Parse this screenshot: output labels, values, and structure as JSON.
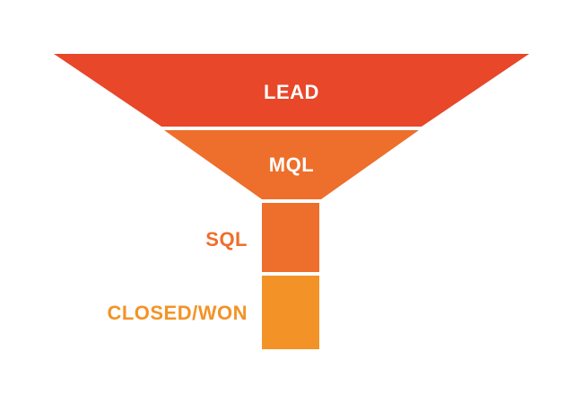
{
  "funnel": {
    "stages": [
      {
        "label": "LEAD",
        "color": "#e8472a"
      },
      {
        "label": "MQL",
        "color": "#ee6e2b"
      },
      {
        "label": "SQL",
        "color": "#ee6e2b"
      },
      {
        "label": "CLOSED/WON",
        "color": "#f39327"
      }
    ]
  }
}
